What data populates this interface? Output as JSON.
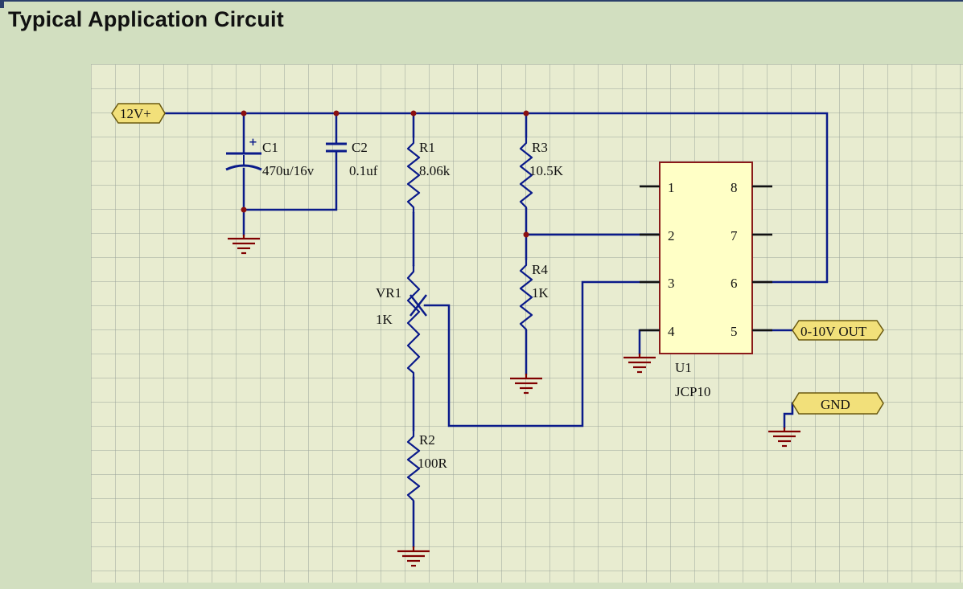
{
  "title": "Typical Application Circuit",
  "colors": {
    "background": "#d2dfc0",
    "paper": "#e8ecd0",
    "grid": "#9aa39a",
    "wire": "#0a1a8a",
    "part": "#800000",
    "junction": "#8b1010",
    "ic_body": "#ffffc6",
    "port_fill": "#f2e07a"
  },
  "ports": {
    "vin": "12V+",
    "out": "0-10V OUT",
    "gnd": "GND"
  },
  "components": {
    "c1": {
      "ref": "C1",
      "value": "470u/16v"
    },
    "c2": {
      "ref": "C2",
      "value": "0.1uf"
    },
    "r1": {
      "ref": "R1",
      "value": "8.06k"
    },
    "r3": {
      "ref": "R3",
      "value": "10.5K"
    },
    "r4": {
      "ref": "R4",
      "value": "1K"
    },
    "vr1": {
      "ref": "VR1",
      "value": "1K"
    },
    "r2": {
      "ref": "R2",
      "value": "100R"
    },
    "u1": {
      "ref": "U1",
      "value": "JCP10"
    }
  },
  "ic_pins": [
    "1",
    "2",
    "3",
    "4",
    "5",
    "6",
    "7",
    "8"
  ]
}
